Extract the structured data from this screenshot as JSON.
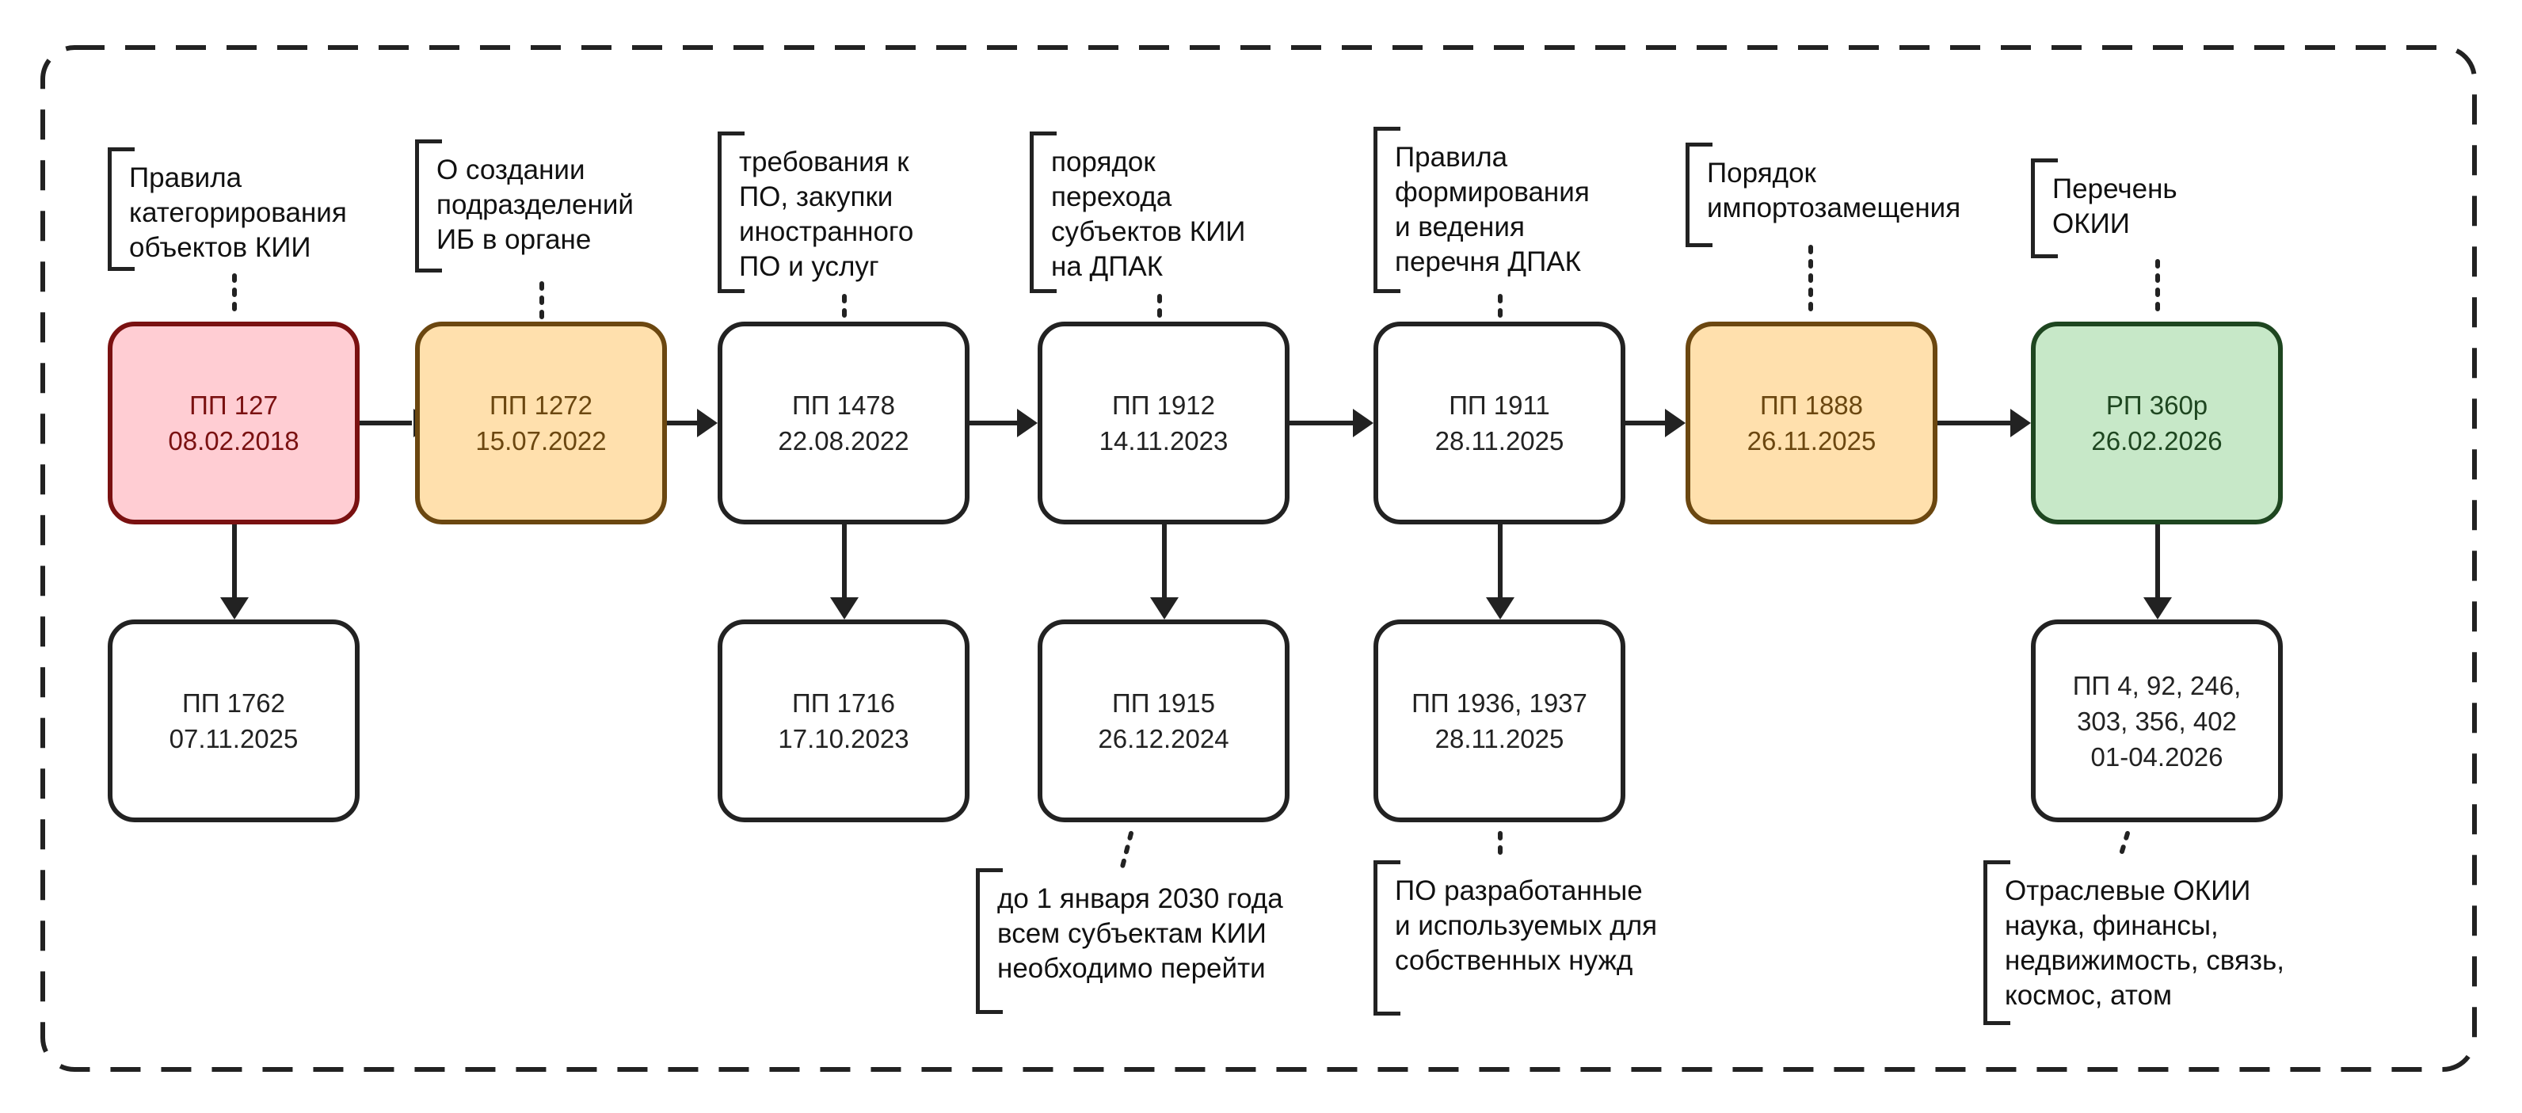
{
  "colors": {
    "red_fill": "#ffcdd3",
    "red_border": "#7a1111",
    "red_text": "#7a1111",
    "orange_fill": "#ffe0ad",
    "orange_border": "#6b4710",
    "orange_text": "#6b4710",
    "green_fill": "#c7e8c8",
    "green_border": "#1e4620",
    "green_text": "#1e4620",
    "default_border": "#222222",
    "default_text": "#222222"
  },
  "boxes": {
    "pp127": {
      "code": "ПП 127",
      "date": "08.02.2018"
    },
    "pp1272": {
      "code": "ПП 1272",
      "date": "15.07.2022"
    },
    "pp1478": {
      "code": "ПП 1478",
      "date": "22.08.2022"
    },
    "pp1912": {
      "code": "ПП 1912",
      "date": "14.11.2023"
    },
    "pp1911": {
      "code": "ПП 1911",
      "date": "28.11.2025"
    },
    "pp1888": {
      "code": "ПП 1888",
      "date": "26.11.2025"
    },
    "rp360": {
      "code": "РП 360р",
      "date": "26.02.2026"
    },
    "pp1762": {
      "code": "ПП 1762",
      "date": "07.11.2025"
    },
    "pp1716": {
      "code": "ПП 1716",
      "date": "17.10.2023"
    },
    "pp1915": {
      "code": "ПП 1915",
      "date": "26.12.2024"
    },
    "pp1936": {
      "code": "ПП 1936, 1937",
      "date": "28.11.2025"
    },
    "pp4": {
      "line1": "ПП 4, 92, 246,",
      "line2": "303, 356, 402",
      "date": "01-04.2026"
    }
  },
  "notes": {
    "pp127": [
      "Правила",
      "категорирования",
      "объектов КИИ"
    ],
    "pp1272": [
      "О создании",
      "подразделений",
      "ИБ в органе"
    ],
    "pp1478": [
      "требования к",
      "ПО, закупки",
      "иностранного",
      "ПО и услуг"
    ],
    "pp1912": [
      "порядок",
      "перехода",
      "субъектов КИИ",
      "на ДПАК"
    ],
    "pp1911": [
      "Правила",
      "формирования",
      "и ведения",
      "перечня ДПАК"
    ],
    "pp1888": [
      "Порядок",
      "импортозамещения"
    ],
    "rp360": [
      "Перечень",
      "ОКИИ"
    ],
    "pp1915": [
      "до 1 января 2030 года",
      "всем субъектам КИИ",
      "необходимо перейти"
    ],
    "pp1936": [
      "ПО разработанные",
      "и используемых для",
      "собственных нужд"
    ],
    "pp4": [
      "Отраслевые ОКИИ",
      "наука, финансы,",
      "недвижимость, связь,",
      "космос, атом"
    ]
  }
}
